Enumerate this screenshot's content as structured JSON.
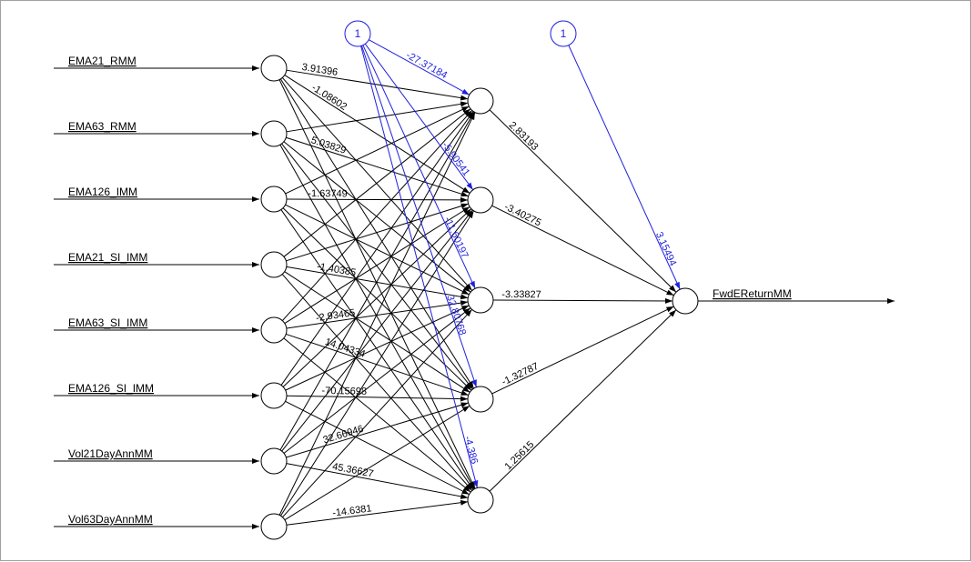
{
  "colors": {
    "edge": "#000000",
    "bias": "#1f1fdc",
    "node_stroke": "#000000"
  },
  "inputs": [
    "EMA21_RMM",
    "EMA63_RMM",
    "EMA126_IMM",
    "EMA21_SI_IMM",
    "EMA63_SI_IMM",
    "EMA126_SI_IMM",
    "Vol21DayAnnMM",
    "Vol63DayAnnMM"
  ],
  "output": "FwdEReturnMM",
  "bias_label": "1",
  "hidden_bias_weights": [
    "-27.37184",
    "-5.90541",
    "-11.60197",
    "32.80768",
    "-4.386"
  ],
  "output_bias_weight": "3.15494",
  "hidden_output_weights": [
    "2.83193",
    "-3.40275",
    "-3.33827",
    "-1.32787",
    "1.25615"
  ],
  "input_hidden_weights": [
    [
      "3.91396",
      "-1.08602",
      "",
      "",
      ""
    ],
    [
      "",
      "5.03829",
      "",
      "",
      ""
    ],
    [
      "",
      "-1.63749",
      "",
      "",
      ""
    ],
    [
      "",
      "",
      "-1.40385",
      "",
      ""
    ],
    [
      "",
      "",
      "-2.93465",
      "14.04334",
      ""
    ],
    [
      "",
      "",
      "",
      "-70.15698",
      ""
    ],
    [
      "",
      "",
      "",
      "32.66946",
      "45.36627"
    ],
    [
      "",
      "",
      "",
      "",
      "-14.6381"
    ]
  ]
}
